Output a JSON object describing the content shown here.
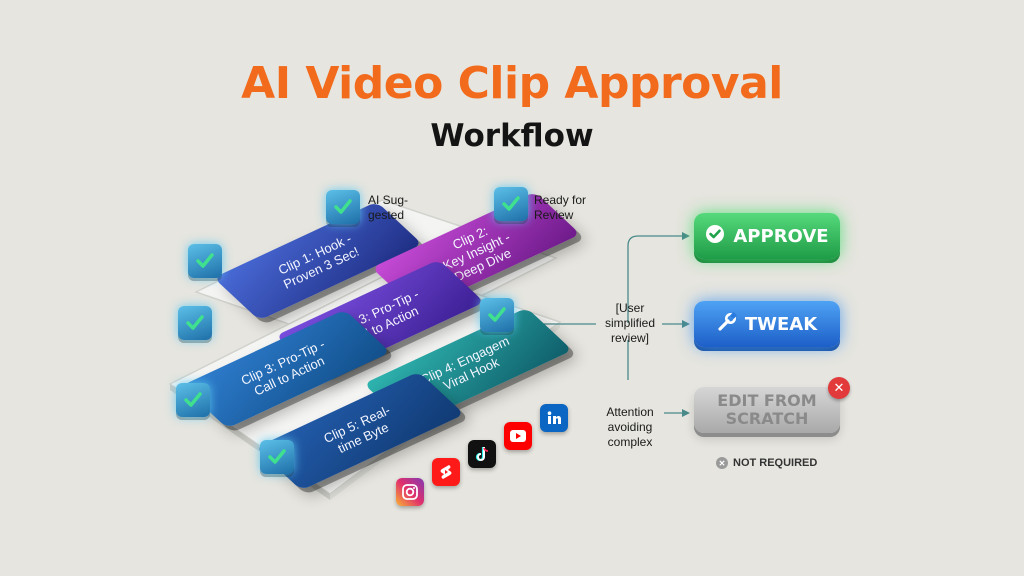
{
  "title": "AI Video Clip Approval",
  "subtitle": "Workflow",
  "colors": {
    "title": "#f26a1b",
    "approve": "#2fbf5e",
    "tweak": "#2a7be0",
    "edit": "#bdbdbd",
    "check": "#3fd48a"
  },
  "annotations": {
    "ai_suggested": "AI Sug-\ngested",
    "ready_for_review": "Ready for\nReview",
    "user_simplified": "[User\nsimplified\nreview]",
    "attention": "Attention\navoiding\ncomplex"
  },
  "clips": [
    {
      "label": "Clip 1: Hook -\nProven 3 Sec!"
    },
    {
      "label": "Clip 2:\nKey Insight -\nDeep Dive"
    },
    {
      "label": "Clip 3: Pro-Tip -\nCall to Action"
    },
    {
      "label": "Clip 3: Pro-Tip -\nCall to Action"
    },
    {
      "label": "Clip 4: Engagem\nViral Hook"
    },
    {
      "label": "Clip 5: Real-\ntime Byte"
    }
  ],
  "actions": {
    "approve": "APPROVE",
    "tweak": "TWEAK",
    "edit_line1": "EDIT FROM",
    "edit_line2": "SCRATCH",
    "not_required": "NOT REQUIRED"
  },
  "icons": [
    "check-icon",
    "wrench-icon",
    "close-icon",
    "instagram-icon",
    "youtube-shorts-icon",
    "tiktok-icon",
    "youtube-icon",
    "linkedin-icon"
  ]
}
